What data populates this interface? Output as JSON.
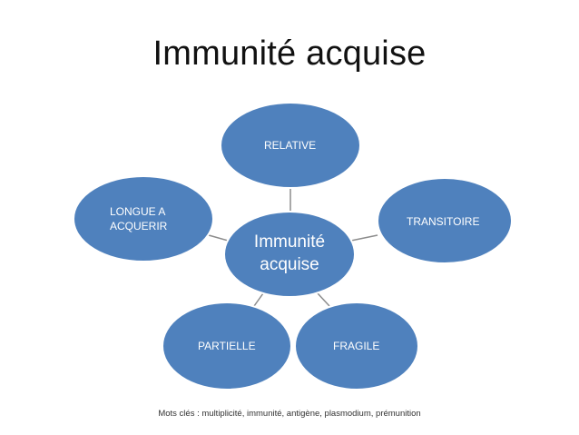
{
  "title": "Immunité acquise",
  "center": {
    "label": "Immunité\nacquise"
  },
  "nodes": [
    {
      "label": "RELATIVE"
    },
    {
      "label": "TRANSITOIRE"
    },
    {
      "label": "FRAGILE"
    },
    {
      "label": "PARTIELLE"
    },
    {
      "label": "LONGUE A\nACQUERIR"
    }
  ],
  "footer": {
    "keywords": "Mots clés : multiplicité, immunité, antigène, plasmodium, prémunition"
  },
  "colors": {
    "node_fill": "#4f81bd",
    "node_stroke": "#ffffff",
    "connector": "#7f7f7f"
  }
}
